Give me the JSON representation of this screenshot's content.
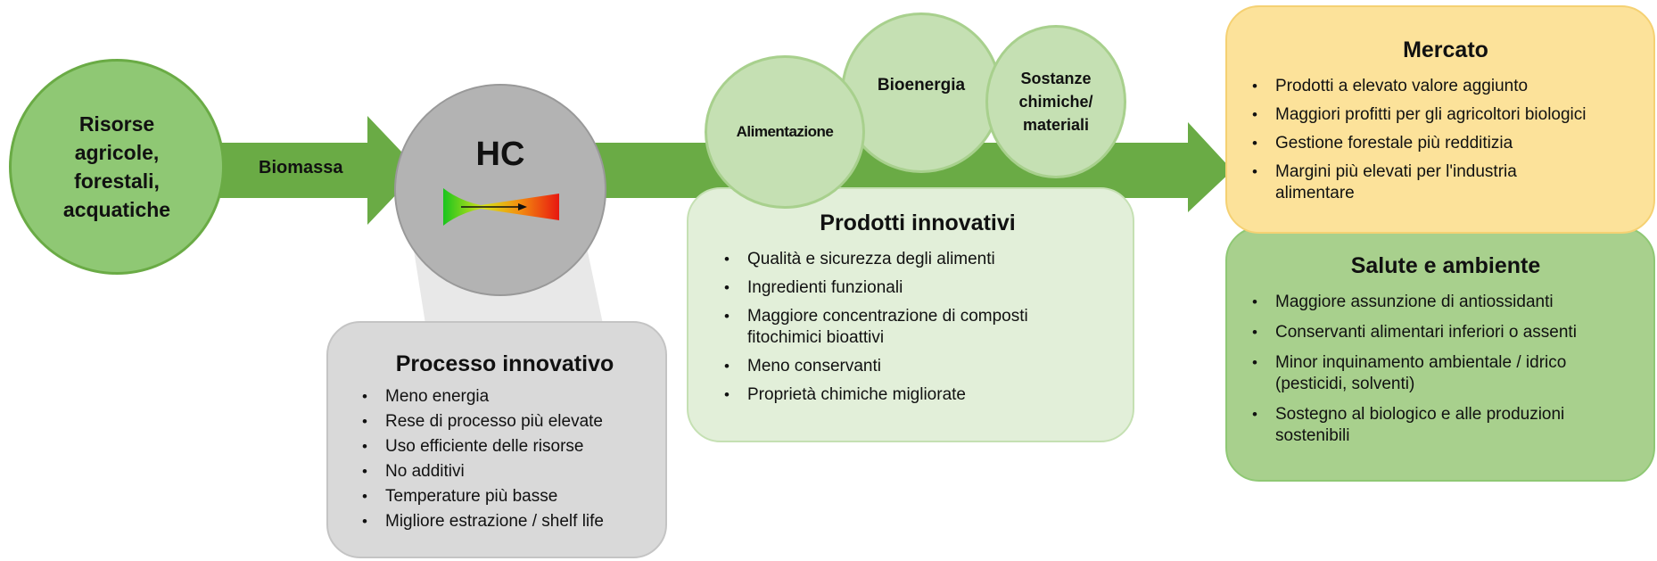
{
  "source_node": {
    "label_lines": [
      "Risorse",
      "agricole,",
      "forestali,",
      "acquatiche"
    ]
  },
  "arrow_label": "Biomassa",
  "hc_node": {
    "label": "HC"
  },
  "product_bubbles": [
    "Alimentazione",
    "Bioenergia",
    "Sostanze chimiche/ materiali"
  ],
  "process_box": {
    "title": "Processo innovativo",
    "items": [
      "Meno energia",
      "Rese di processo più elevate",
      "Uso efficiente delle risorse",
      "No additivi",
      "Temperature più basse",
      "Migliore estrazione / shelf life"
    ]
  },
  "products_box": {
    "title": "Prodotti innovativi",
    "items": [
      "Qualità e sicurezza degli alimenti",
      "Ingredienti funzionali",
      "Maggiore concentrazione di composti fitochimici bioattivi",
      "Meno conservanti",
      "Proprietà chimiche migliorate"
    ]
  },
  "market_box": {
    "title": "Mercato",
    "items": [
      "Prodotti a elevato valore aggiunto",
      "Maggiori profitti per gli agricoltori biologici",
      "Gestione forestale più redditizia",
      "Margini più elevati per l'industria alimentare"
    ]
  },
  "health_box": {
    "title": "Salute e ambiente",
    "items": [
      "Maggiore assunzione di antiossidanti",
      "Conservanti alimentari inferiori o assenti",
      "Minor inquinamento ambientale / idrico (pesticidi, solventi)",
      "Sostegno al biologico e alle produzioni sostenibili"
    ]
  },
  "colors": {
    "arrow_green": "#6aab45",
    "source_fill": "#8fc874",
    "bubble_fill": "#c5e0b3",
    "hc_fill": "#b3b3b3",
    "process_fill": "#d9d9d9",
    "products_fill": "#e2efd9",
    "market_fill": "#fce29a",
    "health_fill": "#a8d08d"
  }
}
